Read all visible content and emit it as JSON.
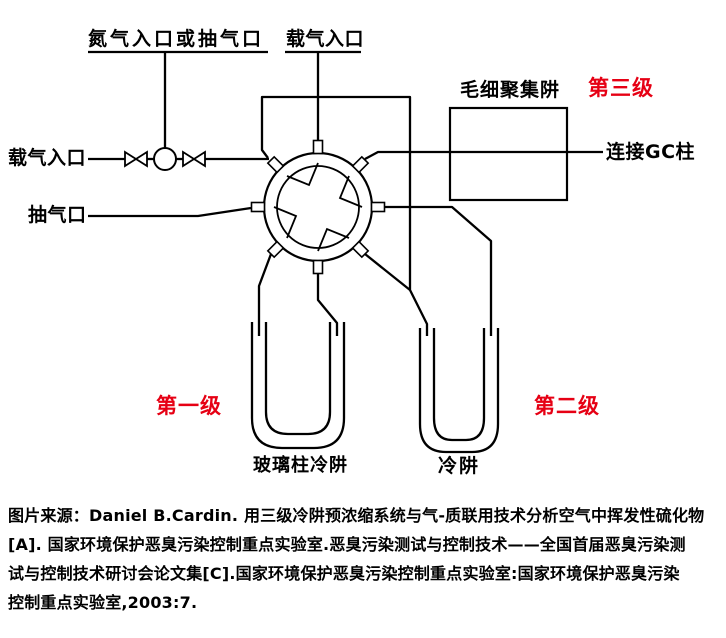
{
  "colors": {
    "stage_red": "#e60014",
    "line_black": "#000000"
  },
  "labels": {
    "nitrogen_inlet": "氮气入口或抽气口",
    "carrier_inlet_top": "载气入口",
    "carrier_inlet_left": "载气入口",
    "pump_port": "抽气口",
    "capillary_trap": "毛细聚集阱",
    "stage3": "第三级",
    "gc_column": "连接GC柱",
    "stage1": "第一级",
    "stage2": "第二级",
    "glass_column_trap": "玻璃柱冷阱",
    "cold_trap": "冷阱"
  },
  "caption": {
    "lines": [
      "图片来源：Daniel B.Cardin. 用三级冷阱预浓缩系统与气-质联用技术分析空气中挥发性硫化物",
      "[A]. 国家环境保护恶臭污染控制重点实验室.恶臭污染测试与控制技术——全国首届恶臭污染测",
      "试与控制技术研讨会论文集[C].国家环境保护恶臭污染控制重点实验室:国家环境保护恶臭污染",
      "控制重点实验室,2003:7."
    ]
  }
}
